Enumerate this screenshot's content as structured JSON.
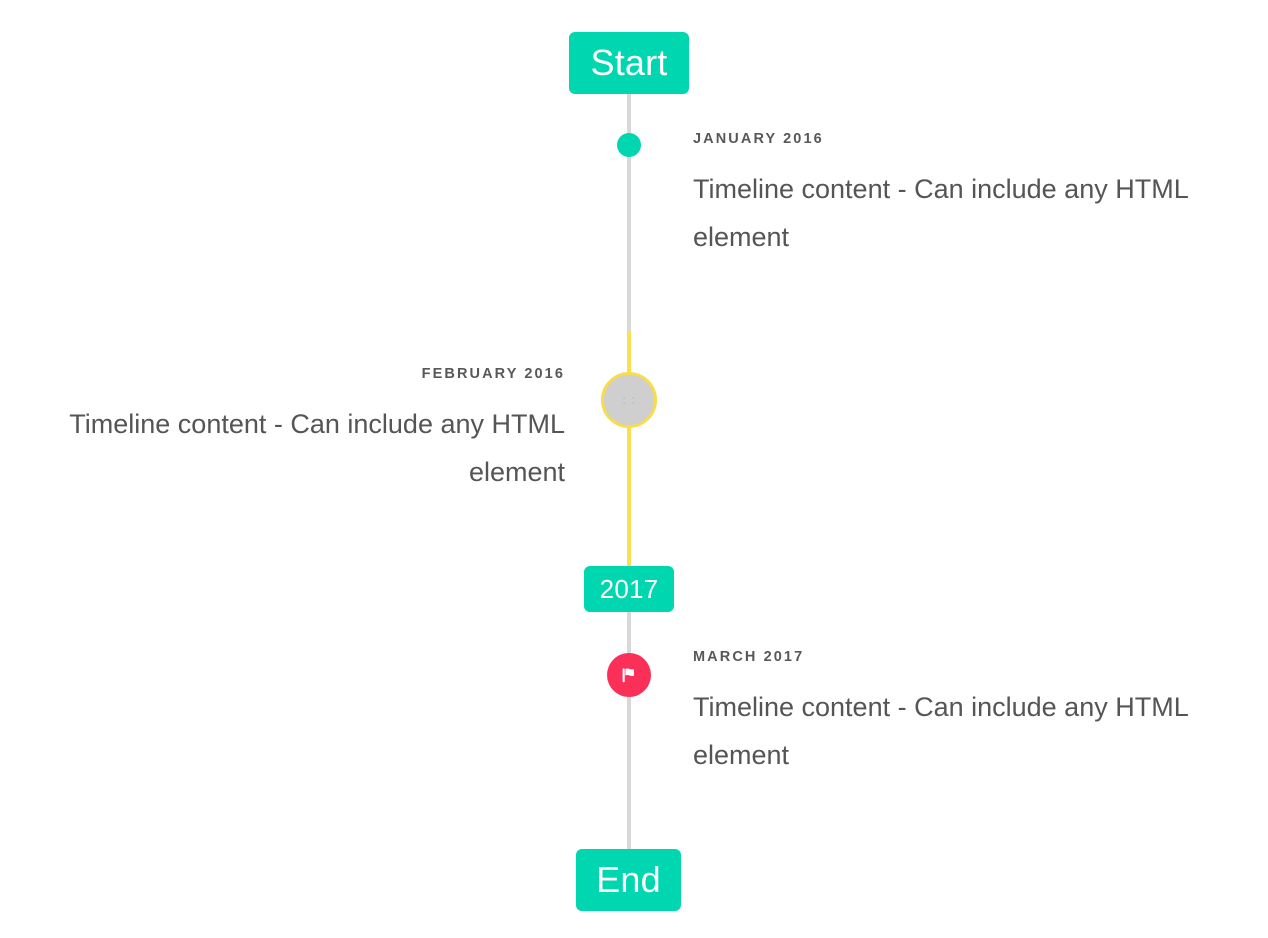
{
  "timeline": {
    "start_badge": {
      "label": "Start"
    },
    "year_badge": {
      "label": "2017"
    },
    "end_badge": {
      "label": "End"
    },
    "entries": [
      {
        "date": "JANUARY 2016",
        "body": "Timeline content - Can include any HTML element",
        "side": "right",
        "marker": "dot",
        "marker_color": "#00d6b0"
      },
      {
        "date": "FEBRUARY 2016",
        "body": "Timeline content - Can include any HTML element",
        "side": "left",
        "marker": "circle-icon",
        "marker_color": "#cfcfcf",
        "marker_ring_color": "#f7dc4f",
        "marker_glyph": "::"
      },
      {
        "date": "MARCH 2017",
        "body": "Timeline content - Can include any HTML element",
        "side": "right",
        "marker": "flag",
        "marker_color": "#fb3058"
      }
    ],
    "colors": {
      "accent_teal": "#00d6b0",
      "line_gray": "#d8d8d8",
      "line_yellow": "#fbe04e",
      "marker_pink": "#fb3058",
      "ring_yellow": "#f7dc4f",
      "text_dark": "#555555",
      "background": "#ffffff"
    }
  }
}
